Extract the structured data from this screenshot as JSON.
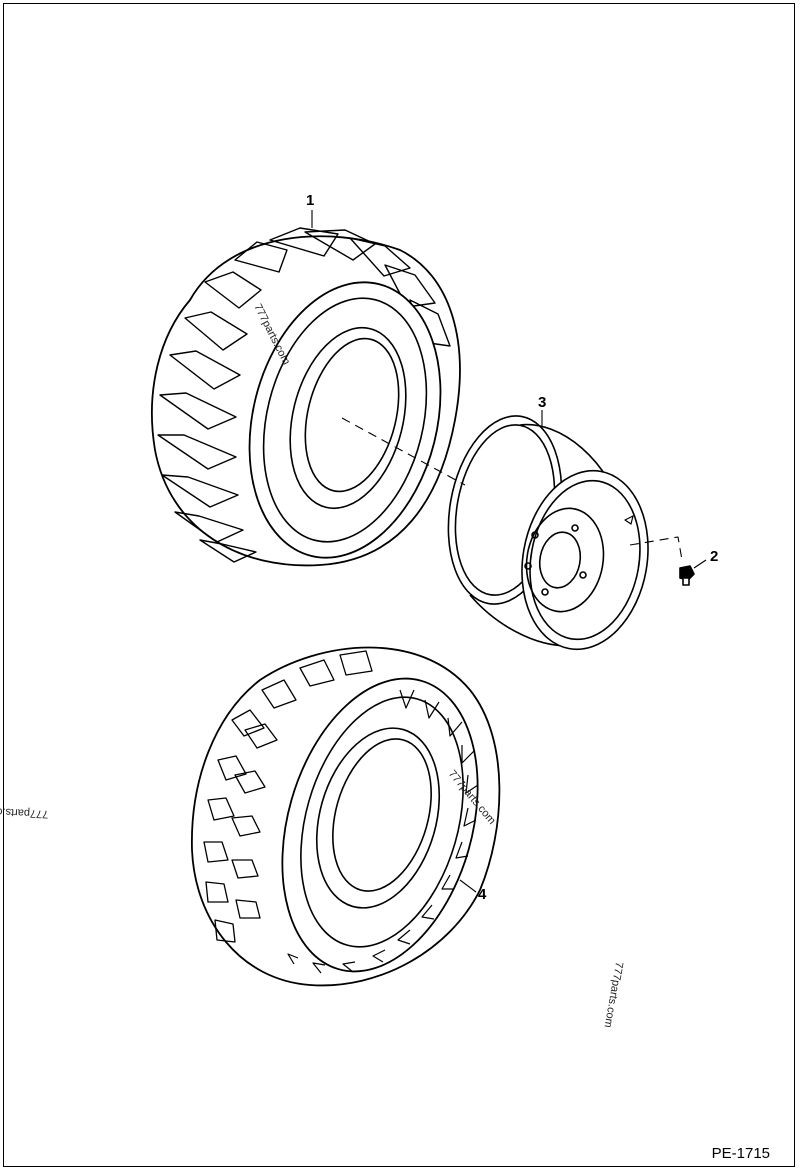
{
  "callouts": {
    "tire_lug": "1",
    "bolt": "2",
    "rim": "3",
    "tire_turf": "4"
  },
  "watermarks": [
    "777parts.com",
    "777parts.com",
    "777parts.com",
    "777parts.com"
  ],
  "page_id": "PE-1715"
}
